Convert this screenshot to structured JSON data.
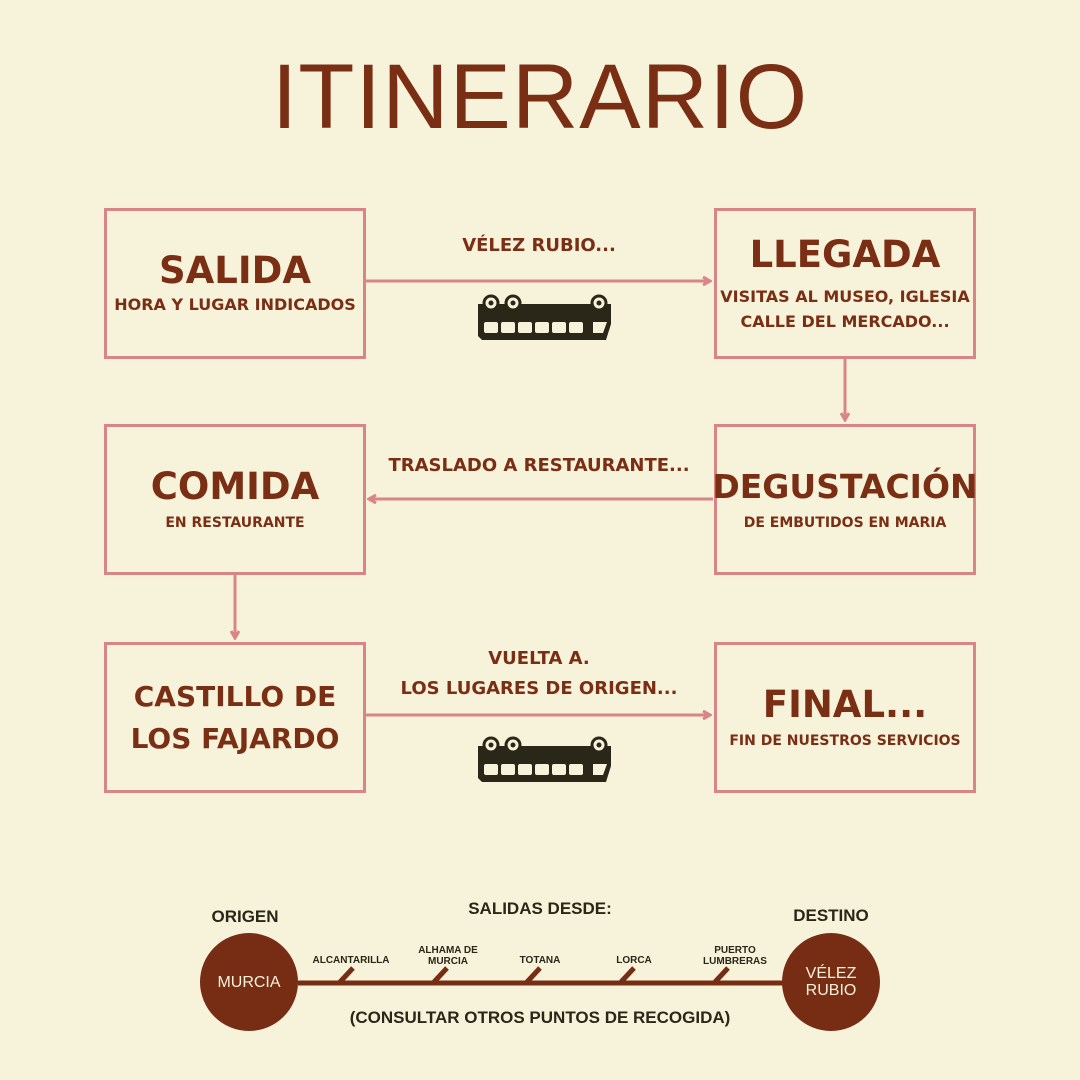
{
  "title": "ITINERARIO",
  "steps": [
    {
      "title": "SALIDA",
      "subtitle": "HORA Y LUGAR INDICADOS"
    },
    {
      "title": "LLEGADA",
      "subtitle_lines": [
        "VISITAS AL MUSEO, IGLESIA",
        "CALLE DEL MERCADO..."
      ]
    },
    {
      "title": "DEGUSTACIÓN",
      "subtitle": "DE EMBUTIDOS EN MARIA"
    },
    {
      "title": "COMIDA",
      "subtitle": "EN RESTAURANTE"
    },
    {
      "title_lines": [
        "CASTILLO DE",
        "LOS FAJARDO"
      ]
    },
    {
      "title": "FINAL...",
      "subtitle": "FIN DE NUESTROS SERVICIOS"
    }
  ],
  "connectors": {
    "c1": "VÉLEZ RUBIO...",
    "c2": "TRASLADO A RESTAURANTE...",
    "c3_lines": [
      "VUELTA A.",
      "LOS LUGARES DE ORIGEN..."
    ]
  },
  "route": {
    "origin_label": "ORIGEN",
    "origin": "MURCIA",
    "destination_label": "DESTINO",
    "destination_lines": [
      "VÉLEZ",
      "RUBIO"
    ],
    "heading": "SALIDAS DESDE:",
    "stops": [
      [
        "ALCANTARILLA"
      ],
      [
        "ALHAMA DE",
        "MURCIA"
      ],
      [
        "TOTANA"
      ],
      [
        "LORCA"
      ],
      [
        "PUERTO",
        "LUMBRERAS"
      ]
    ],
    "note": "(CONSULTAR OTROS PUNTOS DE RECOGIDA)"
  },
  "colors": {
    "background": "#f7f2da",
    "text": "#7a2e14",
    "border": "#d98585",
    "bus": "#2a2718",
    "circle": "#762d14"
  }
}
